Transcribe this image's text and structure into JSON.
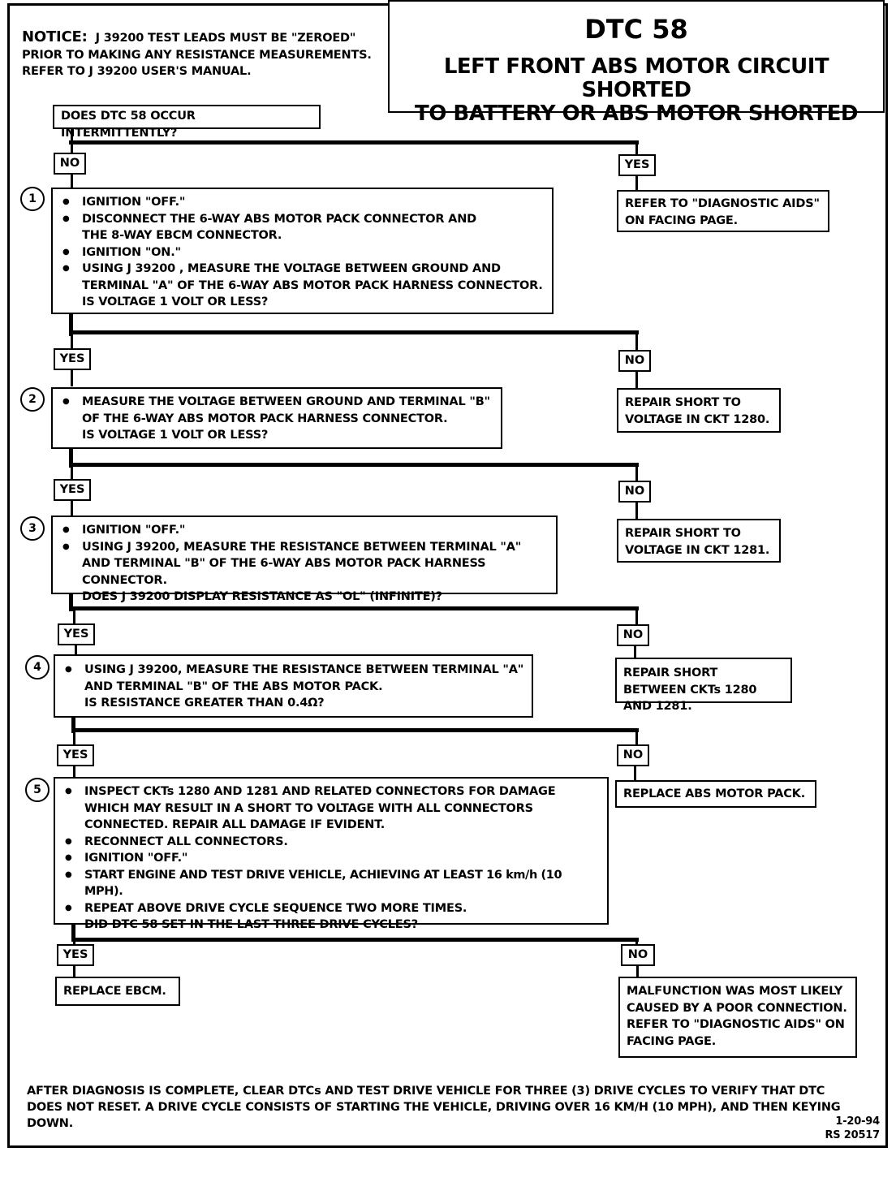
{
  "notice": {
    "lead": "NOTICE:",
    "line1": "J 39200 TEST LEADS MUST BE \"ZEROED\"",
    "line2": "PRIOR TO MAKING ANY RESISTANCE MEASUREMENTS.",
    "line3": "REFER TO J 39200 USER'S MANUAL."
  },
  "title": {
    "code": "DTC 58",
    "line1": "LEFT FRONT ABS MOTOR CIRCUIT SHORTED",
    "line2": "TO BATTERY OR ABS MOTOR SHORTED"
  },
  "start_question": "DOES DTC 58 OCCUR INTERMITTENTLY?",
  "branch_labels": {
    "yes": "YES",
    "no": "NO"
  },
  "steps": [
    {
      "num": "1",
      "bullets": [
        "IGNITION \"OFF.\"",
        "DISCONNECT THE 6-WAY ABS MOTOR PACK CONNECTOR AND THE 8-WAY EBCM CONNECTOR.",
        "IGNITION \"ON.\"",
        "USING J 39200 , MEASURE THE VOLTAGE BETWEEN GROUND AND TERMINAL \"A\" OF THE 6-WAY ABS MOTOR PACK HARNESS CONNECTOR."
      ],
      "question": "IS VOLTAGE 1 VOLT OR LESS?"
    },
    {
      "num": "2",
      "bullets": [
        "MEASURE THE VOLTAGE BETWEEN GROUND AND TERMINAL \"B\" OF THE 6-WAY ABS MOTOR PACK HARNESS CONNECTOR."
      ],
      "question": "IS VOLTAGE 1 VOLT OR LESS?"
    },
    {
      "num": "3",
      "bullets": [
        "IGNITION \"OFF.\"",
        "USING J 39200, MEASURE THE RESISTANCE BETWEEN TERMINAL \"A\" AND TERMINAL \"B\" OF THE 6-WAY ABS MOTOR PACK HARNESS CONNECTOR."
      ],
      "question": "DOES J 39200 DISPLAY RESISTANCE AS \"OL\" (INFINITE)?"
    },
    {
      "num": "4",
      "bullets": [
        "USING J 39200, MEASURE THE RESISTANCE BETWEEN TERMINAL \"A\" AND TERMINAL \"B\" OF THE ABS MOTOR PACK."
      ],
      "question": "IS RESISTANCE GREATER THAN 0.4Ω?"
    },
    {
      "num": "5",
      "bullets": [
        "INSPECT CKTs 1280 AND 1281 AND RELATED CONNECTORS FOR DAMAGE WHICH MAY RESULT IN A SHORT TO VOLTAGE WITH ALL CONNECTORS CONNECTED. REPAIR ALL DAMAGE IF EVIDENT.",
        "RECONNECT ALL CONNECTORS.",
        "IGNITION \"OFF.\"",
        "START ENGINE AND TEST DRIVE VEHICLE, ACHIEVING AT LEAST 16 km/h (10 MPH).",
        "REPEAT ABOVE DRIVE CYCLE SEQUENCE TWO MORE TIMES."
      ],
      "question": "DID DTC 58 SET IN THE LAST THREE DRIVE CYCLES?"
    }
  ],
  "outcomes": {
    "intermittent_yes": "REFER TO \"DIAGNOSTIC AIDS\" ON FACING PAGE.",
    "step1_no": "REPAIR SHORT TO VOLTAGE IN CKT 1280.",
    "step2_no": "REPAIR SHORT TO VOLTAGE IN CKT 1281.",
    "step3_no": "REPAIR SHORT BETWEEN CKTs 1280 AND 1281.",
    "step4_no": "REPLACE ABS MOTOR PACK.",
    "step5_yes": "REPLACE EBCM.",
    "step5_no": "MALFUNCTION WAS MOST LIKELY CAUSED BY A POOR CONNECTION. REFER TO \"DIAGNOSTIC AIDS\" ON FACING PAGE."
  },
  "footer": {
    "note": "AFTER DIAGNOSIS IS COMPLETE, CLEAR DTCs AND TEST DRIVE VEHICLE FOR THREE (3) DRIVE CYCLES TO VERIFY THAT DTC DOES NOT RESET. A DRIVE CYCLE CONSISTS OF STARTING THE VEHICLE, DRIVING OVER 16 KM/H (10 MPH), AND THEN KEYING DOWN.",
    "date": "1-20-94",
    "ref": "RS 20517"
  }
}
